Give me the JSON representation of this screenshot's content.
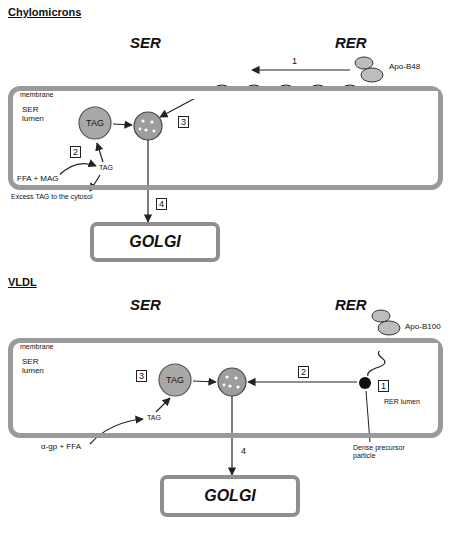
{
  "diagram": {
    "nodes": [
      {
        "text": [
          "membrane",
          "SER lumen"
        ]
      },
      {
        "text": [
          "TAG"
        ],
        "in": 0
      },
      {
        "text": [
          "GOLGI"
        ]
      },
      {
        "text": [
          "membrane",
          "SER lumen"
        ]
      },
      {
        "text": [
          "TAG"
        ],
        "in": 3
      },
      {
        "text": [
          "GOLGI"
        ]
      }
    ],
    "edges": [
      {
        "from": 0,
        "to": 2,
        "arrow": "to",
        "label": "4"
      },
      {
        "from": 3,
        "to": 5,
        "arrow": "to",
        "label": "4"
      }
    ],
    "labels": [
      "Chylomicrons",
      "SER",
      "RER",
      "Apo-B48",
      "1",
      "2",
      "3",
      "FFA + MAG",
      "TAG",
      "Excess TAG to the cytosol",
      "VLDL",
      "SER",
      "RER",
      "Apo-B100",
      "1",
      "2",
      "3",
      "α-gp + FFA",
      "TAG",
      "RER lumen",
      "Dense precursor particle"
    ]
  }
}
